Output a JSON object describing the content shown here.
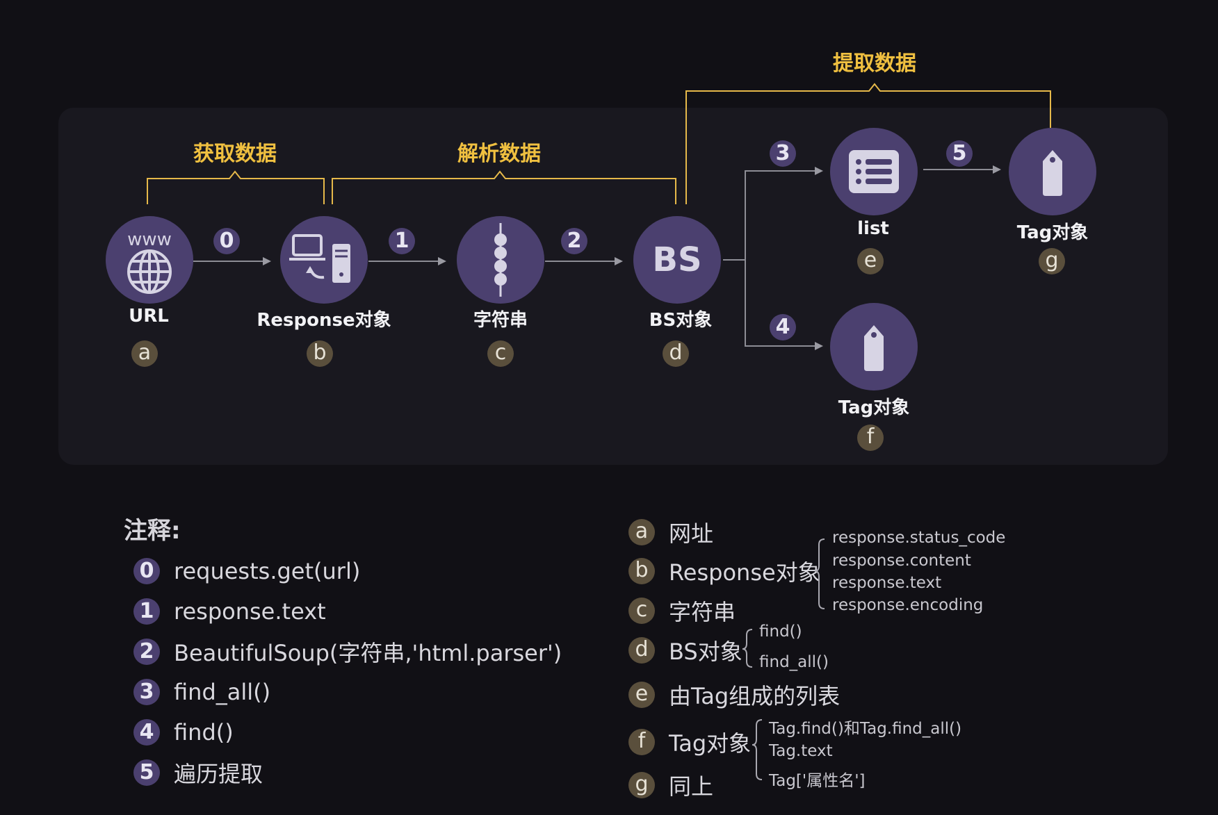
{
  "brackets": {
    "get_data": "获取数据",
    "parse_data": "解析数据",
    "extract_data": "提取数据"
  },
  "nodes": {
    "url": {
      "label": "URL",
      "letter": "a",
      "icon_text": "www"
    },
    "response": {
      "label": "Response对象",
      "letter": "b"
    },
    "string": {
      "label": "字符串",
      "letter": "c"
    },
    "bs": {
      "label": "BS对象",
      "letter": "d",
      "icon_text": "BS"
    },
    "list": {
      "label": "list",
      "letter": "e"
    },
    "tag_f": {
      "label": "Tag对象",
      "letter": "f"
    },
    "tag_g": {
      "label": "Tag对象",
      "letter": "g"
    }
  },
  "steps": [
    "0",
    "1",
    "2",
    "3",
    "4",
    "5"
  ],
  "notes": {
    "title": "注释:",
    "items": [
      {
        "num": "0",
        "text": "requests.get(url)"
      },
      {
        "num": "1",
        "text": "response.text"
      },
      {
        "num": "2",
        "text": "BeautifulSoup(字符串,'html.parser')"
      },
      {
        "num": "3",
        "text": "find_all()"
      },
      {
        "num": "4",
        "text": "find()"
      },
      {
        "num": "5",
        "text": "遍历提取"
      }
    ]
  },
  "legend": {
    "items": [
      {
        "letter": "a",
        "text": "网址"
      },
      {
        "letter": "b",
        "text": "Response对象"
      },
      {
        "letter": "c",
        "text": "字符串"
      },
      {
        "letter": "d",
        "text": "BS对象"
      },
      {
        "letter": "e",
        "text": "由Tag组成的列表"
      },
      {
        "letter": "f",
        "text": "Tag对象"
      },
      {
        "letter": "g",
        "text": "同上"
      }
    ],
    "response_attrs": [
      "response.status_code",
      "response.content",
      "response.text",
      "response.encoding"
    ],
    "bs_methods": [
      "find()",
      "find_all()"
    ],
    "tag_members": [
      "Tag.find()和Tag.find_all()",
      "Tag.text",
      "Tag['属性名']"
    ]
  },
  "colors": {
    "background": "#111015",
    "panel": "#19181f",
    "node": "#4b406f",
    "accent_yellow": "#f0c040",
    "letter_badge": "#5a4f3c"
  }
}
